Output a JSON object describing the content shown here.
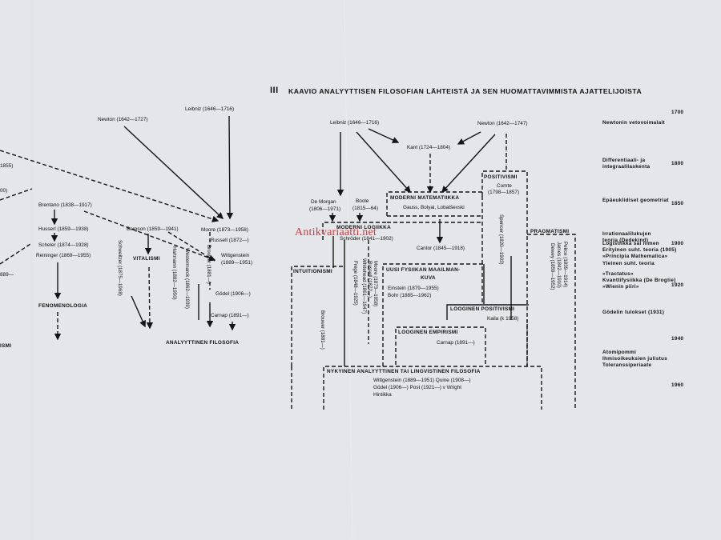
{
  "title_roman": "III",
  "title": "KAAVIO ANALYYTTISEN FILOSOFIAN LÄHTEISTÄ JA SEN HUOMATTAVIMMISTA AJATTELIJOISTA",
  "watermark": "Antikvariaatti.net",
  "left": {
    "newton": "Newton (1642—1727)",
    "leibniz": "Leibniz (1646—1716)",
    "frag_1855": "1855)",
    "frag_00": "00)",
    "frag_89": "889—",
    "frag_ismi": "ISMI",
    "brentano": "Brentano (1838—1917)",
    "husserl": "Husserl (1859—1938)",
    "scheler": "Scheler (1874—1928)",
    "reininger": "Reininger (1869—1955)",
    "fenomenologia": "FENOMENOLOGIA",
    "bergson": "Bergson (1859—1941)",
    "vitalismi": "VITALISMI",
    "schweitzer": "Schweitzer (1875—1968)",
    "hartmann": "Hartmann (1882—1950)",
    "westermarck": "Westermarck (1862—1939)",
    "moore": "Moore (1873—1958)",
    "russell": "Russell (1872—)",
    "brouwer": "Brouwer (1881—)",
    "wittgenstein": "Wittgenstein",
    "wittgenstein_years": "(1889—1951)",
    "godel": "Gödel (1906—)",
    "carnap": "Carnap (1891—)",
    "analyyttinen": "ANALYYTTINEN FILOSOFIA"
  },
  "right": {
    "leibniz": "Leibniz (1646—1716)",
    "newton": "Newton (1642—1747)",
    "kant": "Kant (1724—1804)",
    "positivismi": "POSITIVISMI",
    "comte": "Comte",
    "comte_years": "(1798—1857)",
    "de_morgan": "De Morgan",
    "de_morgan_years": "(1806—1971)",
    "boole": "Boole",
    "boole_years": "(1815—64)",
    "moderni_matematiikka": "MODERNI MATEMATIIKKA",
    "gauss": "Gauss, Bolyai, Lobatševski",
    "moderni_logiikka": "MODERNI LOGIIKKA",
    "schroder": "Schröder (1841—1902)",
    "cantor": "Cantor (1845—1918)",
    "spencer": "Spencer (1820—1903)",
    "pragmatismi": "PRAGMATISMI",
    "peirce": "Peirce (1839—1914)",
    "james": "James (1842—1910)",
    "dewey": "Dewey (1859—1952)",
    "intuitionismi": "INTUITIONISMI",
    "brouwer": "Brouwer (1881—)",
    "moore": "Moore (1873—1958)",
    "russell": "Russell (1872—)",
    "whitehead": "Whitehead (1861—1947)",
    "frege": "Frege (1848—1925)",
    "uusi_fysiikka": "UUSI FYSIIKAN MAAILMAN-",
    "kuva": "KUVA",
    "einstein": "Einstein (1879—1955)",
    "bohr": "Bohr (1885—1962)",
    "looginen_positivismi": "LOOGINEN POSITIVISMI",
    "kaila": "Kaila (k 1958)",
    "looginen_empirismi": "LOOGINEN EMPIRISMI",
    "carnap": "Carnap (1891—)",
    "nykyinen": "NYKYINEN ANALYYTTINEN TAI LINGVISTINEN FILOSOFIA",
    "wittgenstein": "Wittgenstein (1889—1951)  Quine (1908—)",
    "godel": "Gödel (1906—)    Post (1921—)   v Wright",
    "hintikka": "Hintikka"
  },
  "timeline": [
    {
      "year": "1700",
      "label": ""
    },
    {
      "year": "",
      "label": "Newtonin vetovoimalait"
    },
    {
      "year": "1800",
      "label": "Differentiaali- ja\nintegraalilaskenta"
    },
    {
      "year": "1850",
      "label": "Epäeuklidiset geometriat"
    },
    {
      "year": "",
      "label": "Irrationaalilukujen\nteoria (Dedekind)"
    },
    {
      "year": "1900",
      "label": "Logistiikka sai nimen\nErityinen suht. teoria (1905)\n»Principia Mathematica»\nYleinen suht. teoria"
    },
    {
      "year": "1920",
      "label": "»Tractatus»\nKvanttifysiikka (De Broglie)\n»Wienin piiri»"
    },
    {
      "year": "",
      "label": "Gödelin tulokset (1931)"
    },
    {
      "year": "1940",
      "label": ""
    },
    {
      "year": "",
      "label": "Atomipommi\nIhmisoikeuksien julistus\nToleranssiperiaate"
    },
    {
      "year": "1960",
      "label": ""
    }
  ]
}
